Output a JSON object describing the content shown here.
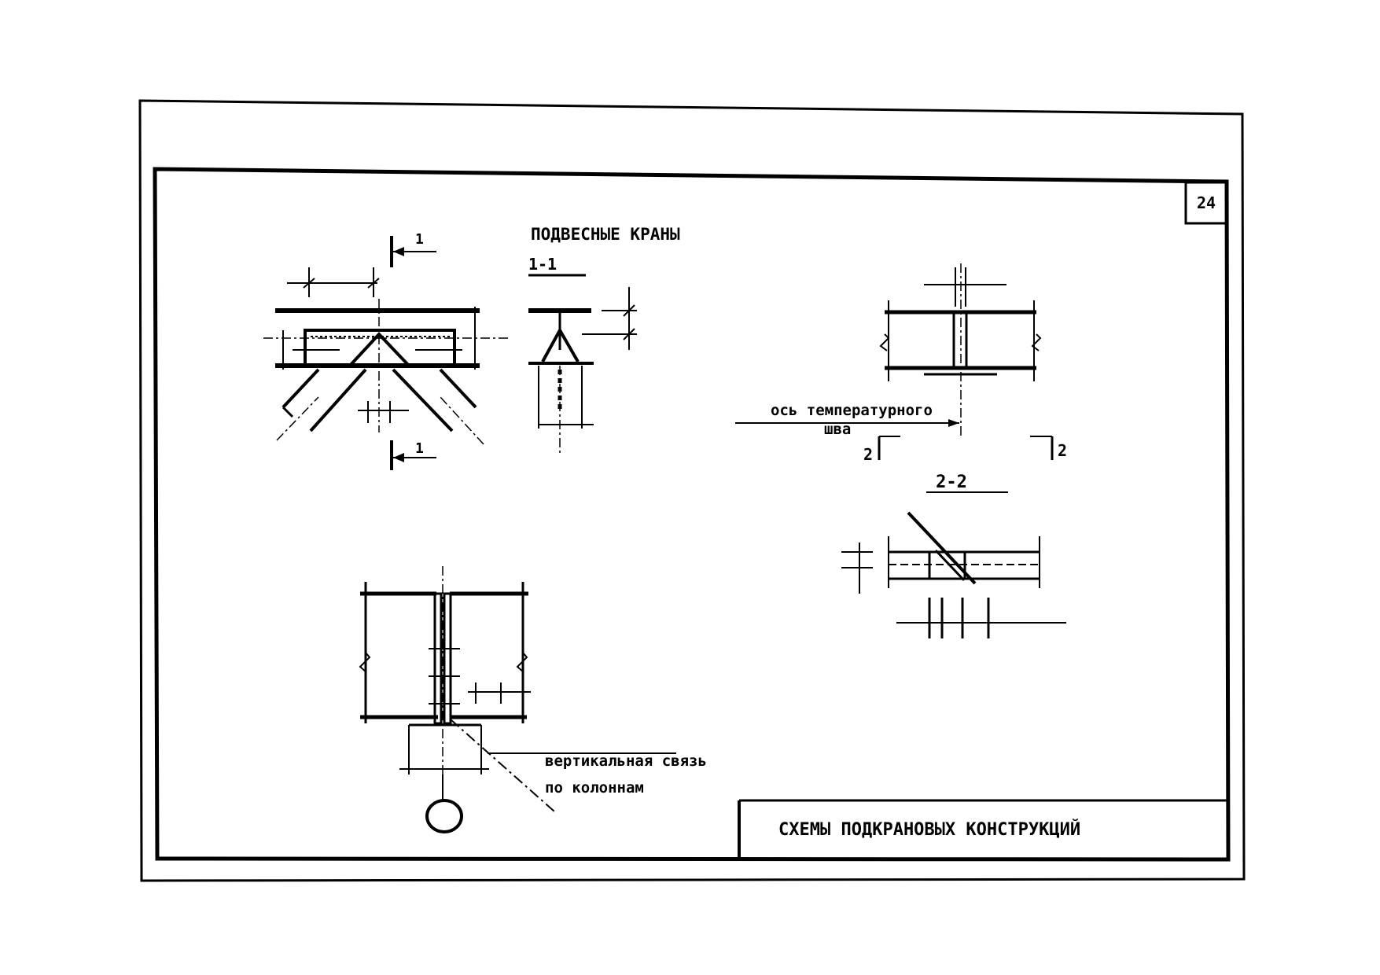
{
  "sheet": {
    "number": "24",
    "title": "СХЕМЫ ПОДКРАНОВЫХ КОНСТРУКЦИЙ"
  },
  "heading": "ПОДВЕСНЫЕ КРАНЫ",
  "section_marks": {
    "mark_1_top": "1",
    "mark_1_bottom": "1",
    "section_1_1": "1-1",
    "mark_2_left": "2",
    "mark_2_right": "2",
    "section_2_2": "2-2"
  },
  "labels": {
    "temp_joint_line1": "ось температурного",
    "temp_joint_line2": "шва",
    "vertical_bracing_line1": "вертикальная связь",
    "vertical_bracing_line2": "по колоннам"
  }
}
